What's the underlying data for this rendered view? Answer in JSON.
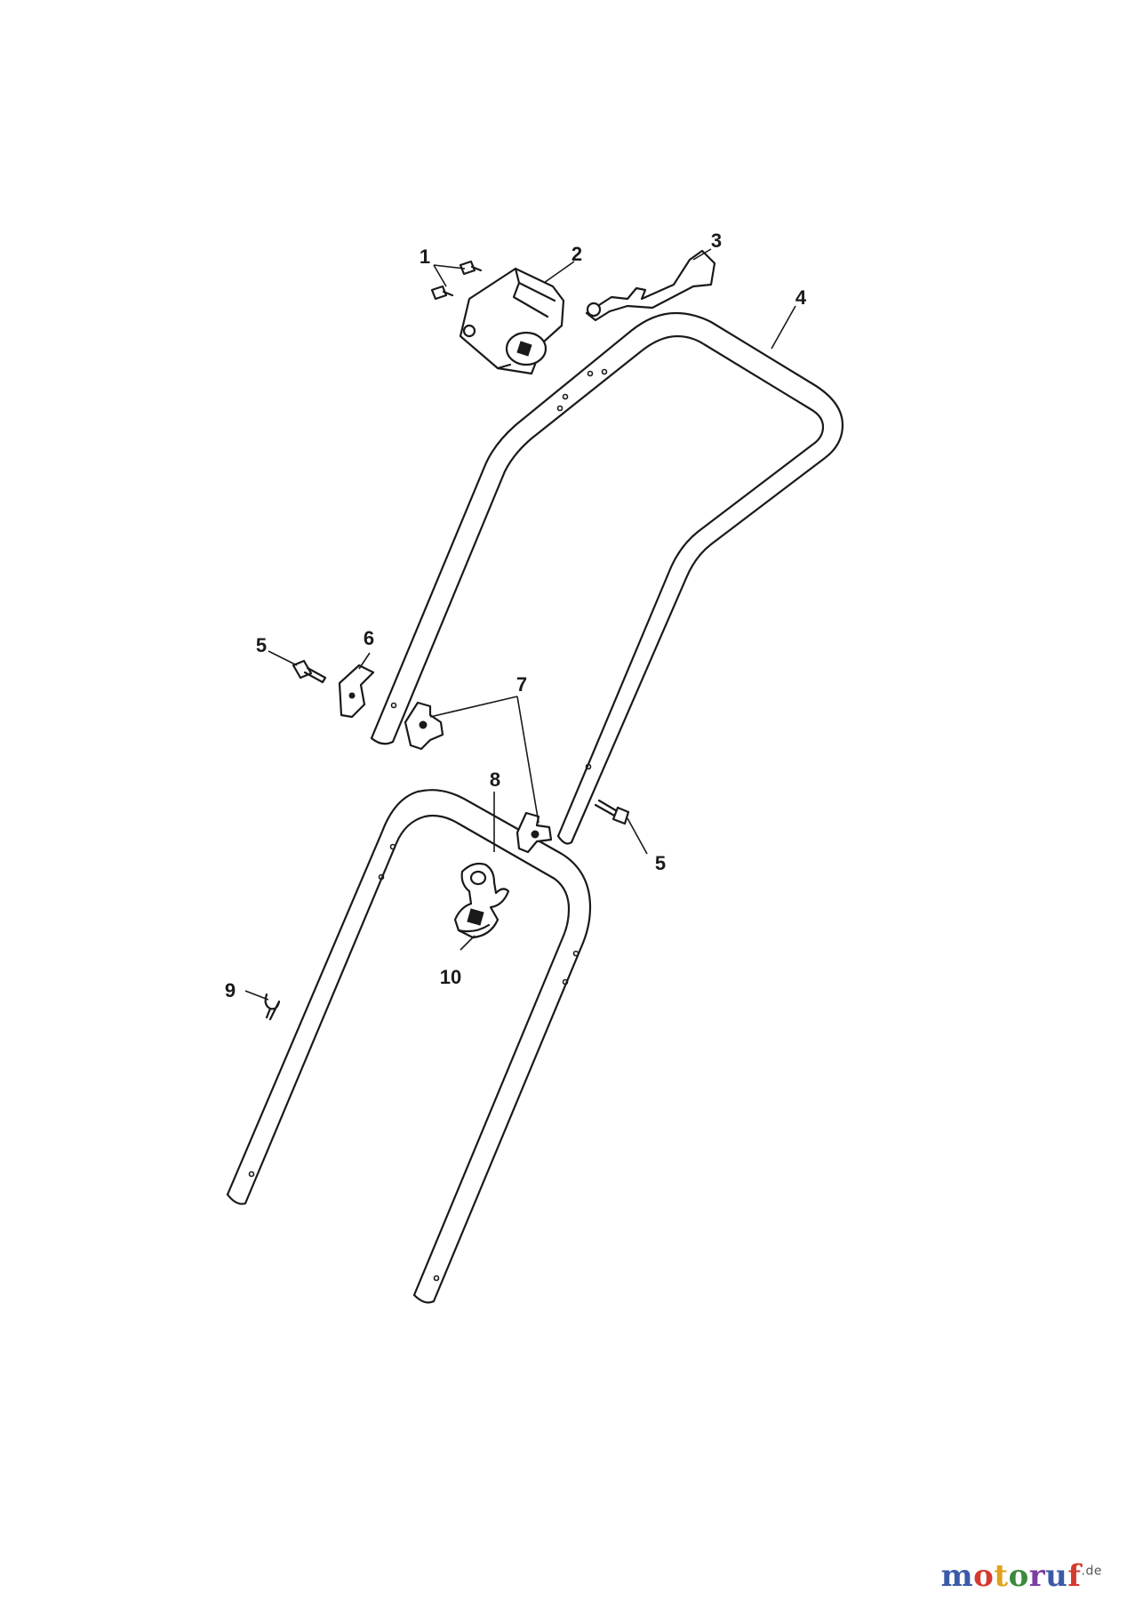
{
  "callouts": {
    "c1": "1",
    "c2": "2",
    "c3": "3",
    "c4": "4",
    "c5a": "5",
    "c5b": "5",
    "c6": "6",
    "c7": "7",
    "c8": "8",
    "c9": "9",
    "c10": "10"
  },
  "watermark": {
    "letters": [
      "m",
      "o",
      "t",
      "o",
      "r",
      "u",
      "f"
    ],
    "letter_colors": [
      "#3b5aa8",
      "#d43a2f",
      "#e0a21b",
      "#3b8a3e",
      "#7b3fa0",
      "#3b5aa8",
      "#d43a2f"
    ],
    "suffix": ".de"
  }
}
